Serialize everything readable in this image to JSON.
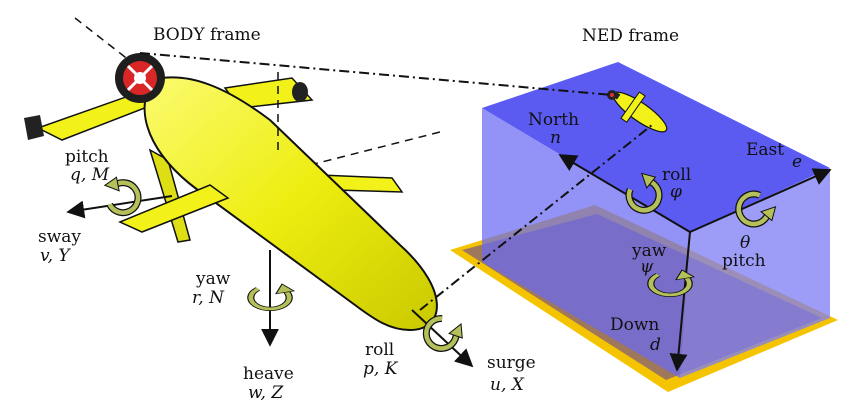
{
  "titles": {
    "body": "BODY frame",
    "ned": "NED frame"
  },
  "body_axes": {
    "pitch": {
      "label": "pitch",
      "sym": "q, M"
    },
    "sway": {
      "label": "sway",
      "sym": "v, Y"
    },
    "yaw": {
      "label": "yaw",
      "sym": "r, N"
    },
    "heave": {
      "label": "heave",
      "sym": "w, Z"
    },
    "roll": {
      "label": "roll",
      "sym": "p, K"
    },
    "surge": {
      "label": "surge",
      "sym": "u, X"
    }
  },
  "ned_axes": {
    "north": {
      "label": "North",
      "sym": "n"
    },
    "east": {
      "label": "East",
      "sym": "e"
    },
    "down": {
      "label": "Down",
      "sym": "d"
    },
    "roll": {
      "label": "roll",
      "sym": "φ"
    },
    "pitch": {
      "label": "pitch",
      "sym": "θ"
    },
    "yaw": {
      "label": "yaw",
      "sym": "ψ"
    }
  },
  "colors": {
    "water": "#6f6ff5",
    "seabed": "#9c7562",
    "seabed_edge": "#f5c400",
    "hull": "#f2f21a",
    "rotation_arrow": "#b5c05a"
  }
}
